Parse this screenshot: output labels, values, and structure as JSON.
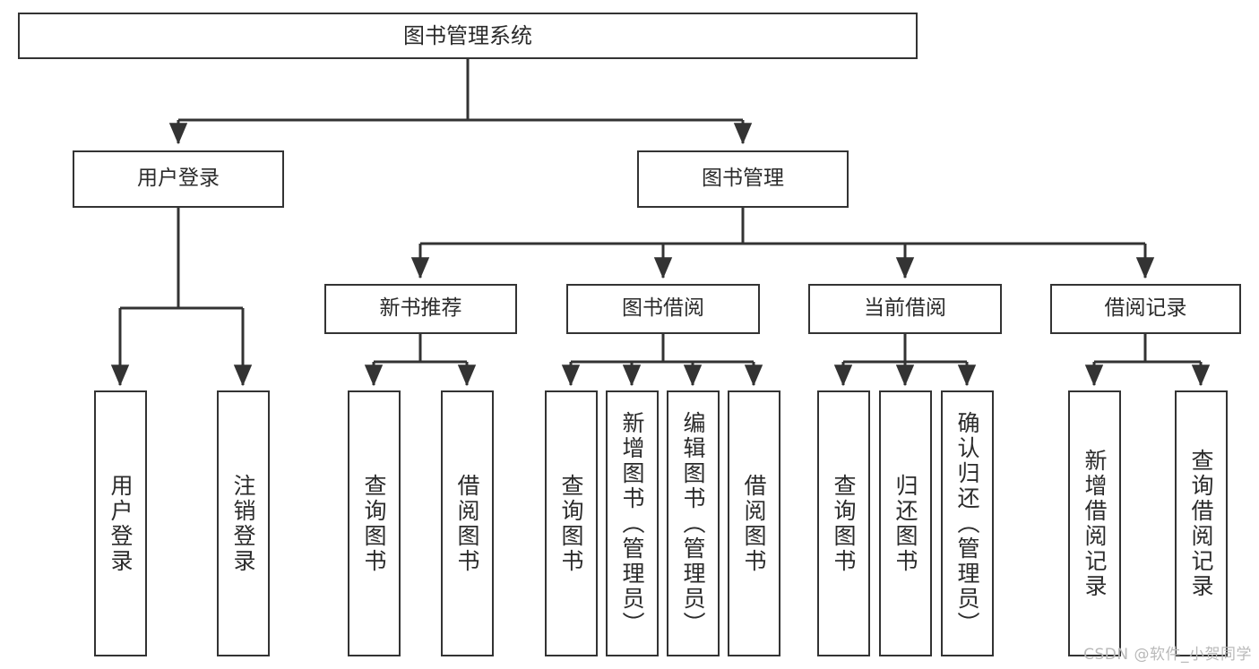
{
  "diagram": {
    "title": "图书管理系统",
    "watermark": "CSDN @软件_小贺同学",
    "stroke_color": "#333333",
    "fill_color": "#ffffff",
    "text_color": "#2b2b2b",
    "watermark_color": "#b9b9b9",
    "root": {
      "label": "图书管理系统"
    },
    "level2": [
      {
        "label": "用户登录"
      },
      {
        "label": "图书管理"
      }
    ],
    "level3": [
      {
        "label": "新书推荐"
      },
      {
        "label": "图书借阅"
      },
      {
        "label": "当前借阅"
      },
      {
        "label": "借阅记录"
      }
    ],
    "leaves": {
      "user_login": [
        {
          "label": "用户登录"
        },
        {
          "label": "注销登录"
        }
      ],
      "new_book": [
        {
          "label": "查询图书"
        },
        {
          "label": "借阅图书"
        }
      ],
      "book_borrow": [
        {
          "label": "查询图书"
        },
        {
          "label": "新增图书（管理员）"
        },
        {
          "label": "编辑图书（管理员）"
        },
        {
          "label": "借阅图书"
        }
      ],
      "current_borrow": [
        {
          "label": "查询图书"
        },
        {
          "label": "归还图书"
        },
        {
          "label": "确认归还（管理员）"
        }
      ],
      "borrow_record": [
        {
          "label": "新增借阅记录"
        },
        {
          "label": "查询借阅记录"
        }
      ]
    }
  }
}
